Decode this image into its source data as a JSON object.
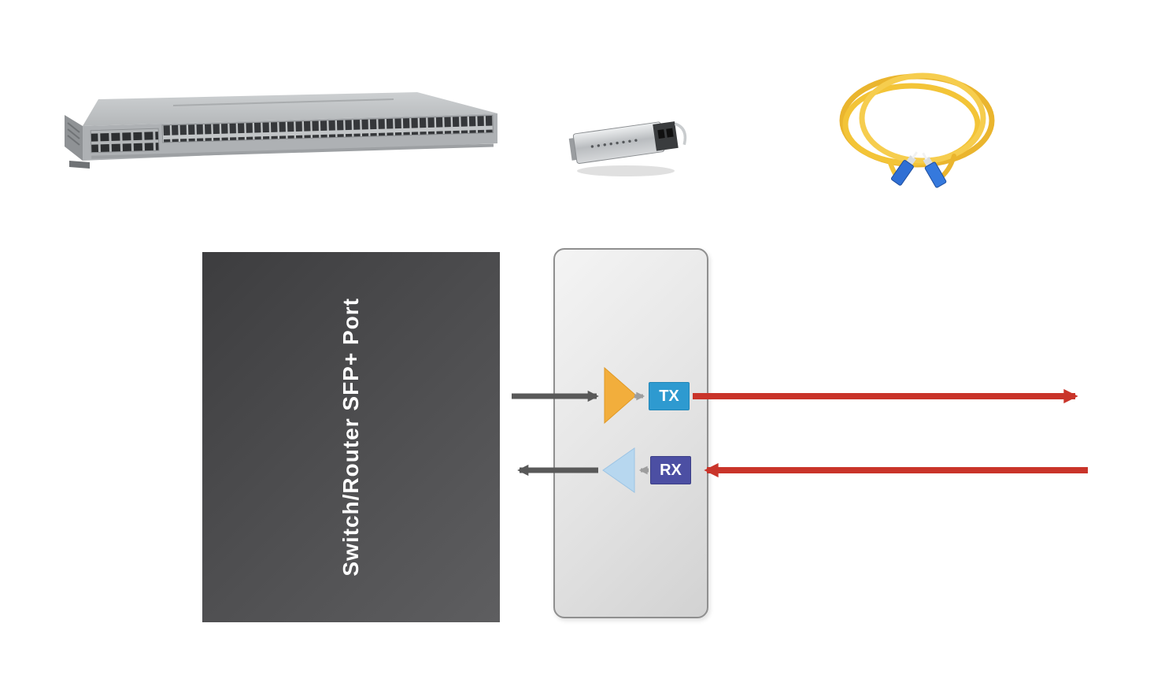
{
  "diagram": {
    "host_port_label": "Switch/Router SFP+ Port",
    "tx_label": "TX",
    "rx_label": "RX"
  },
  "images": {
    "switch": "network-switch-photo",
    "sfp": "sfp-plus-transceiver-photo",
    "cable": "fiber-patch-cable-photo"
  },
  "colors": {
    "host_box": "#4a4a4c",
    "transceiver_box": "#e6e6e6",
    "tx_badge": "#2e9ad0",
    "rx_badge": "#4c4fa3",
    "laser_triangle": "#f2ae3c",
    "photodiode_triangle": "#b7d7ef",
    "electrical_arrow": "#595959",
    "small_arrow": "#9e9e9e",
    "optical_arrow": "#c9342a",
    "fiber_cable_yellow": "#f3c437",
    "connector_blue": "#2f6fd4"
  }
}
